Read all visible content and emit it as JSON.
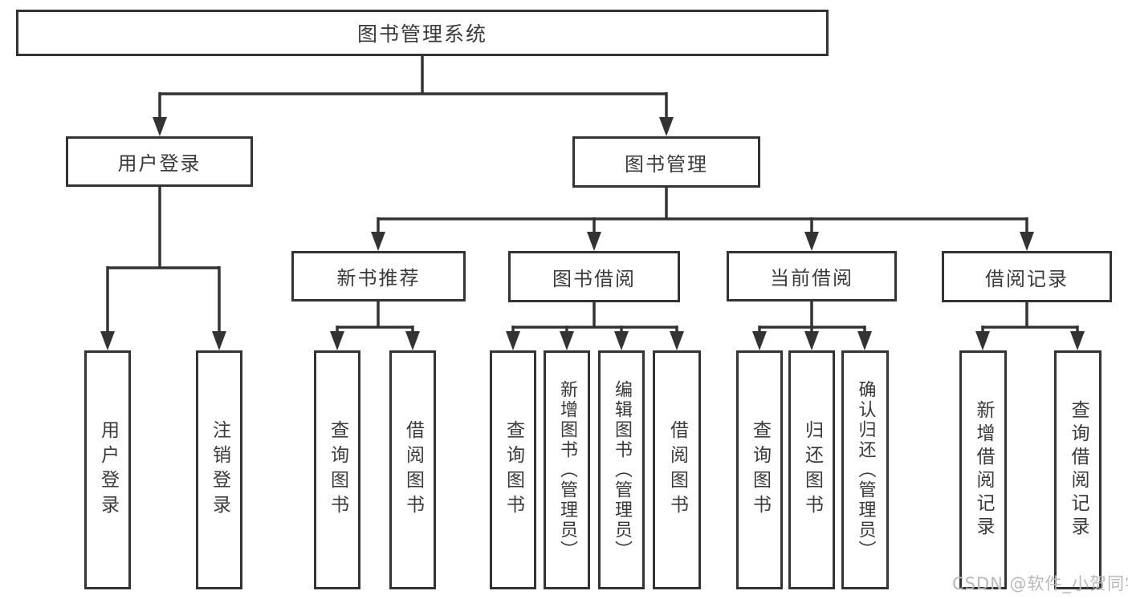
{
  "tree": {
    "root": {
      "label": "图书管理系统"
    },
    "level2": [
      {
        "id": "user-login",
        "label": "用户登录"
      },
      {
        "id": "book-management",
        "label": "图书管理"
      }
    ],
    "level3": [
      {
        "id": "new-book-recommend",
        "label": "新书推荐",
        "parent": "图书管理"
      },
      {
        "id": "book-borrow",
        "label": "图书借阅",
        "parent": "图书管理"
      },
      {
        "id": "current-borrow",
        "label": "当前借阅",
        "parent": "图书管理"
      },
      {
        "id": "borrow-record",
        "label": "借阅记录",
        "parent": "图书管理"
      }
    ],
    "leaves": [
      {
        "label": "用户登录",
        "parent": "用户登录"
      },
      {
        "label": "注销登录",
        "parent": "用户登录"
      },
      {
        "label": "查询图书",
        "parent": "新书推荐"
      },
      {
        "label": "借阅图书",
        "parent": "新书推荐"
      },
      {
        "label": "查询图书",
        "parent": "图书借阅"
      },
      {
        "label": "新增图书（管理员）",
        "parent": "图书借阅"
      },
      {
        "label": "编辑图书（管理员）",
        "parent": "图书借阅"
      },
      {
        "label": "借阅图书",
        "parent": "图书借阅"
      },
      {
        "label": "查询图书",
        "parent": "当前借阅"
      },
      {
        "label": "归还图书",
        "parent": "当前借阅"
      },
      {
        "label": "确认归还（管理员）",
        "parent": "当前借阅"
      },
      {
        "label": "新增借阅记录",
        "parent": "借阅记录"
      },
      {
        "label": "查询借阅记录",
        "parent": "借阅记录"
      }
    ],
    "watermark": "CSDN @软件_小贺同学",
    "colors": {
      "line": "#333333",
      "border": "#333333",
      "fill": "#ffffff",
      "text": "#3a3a3a",
      "watermark": "#b9b9b9"
    }
  }
}
